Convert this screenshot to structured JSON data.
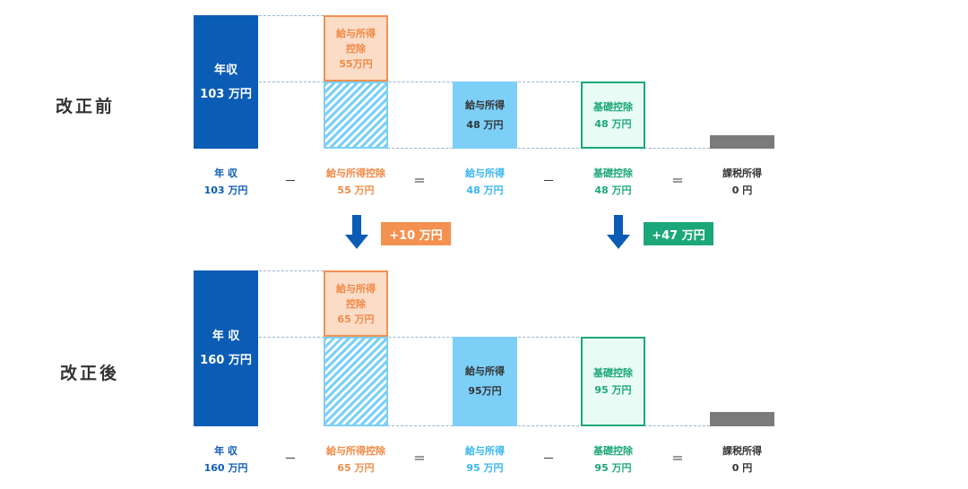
{
  "before": {
    "label": "改正前",
    "nenshu_box": {
      "line1": "年収",
      "line2": "103 万円"
    },
    "kyuyo_deduct_box": {
      "line1": "給与所得",
      "line2": "控除",
      "line3": "55万円"
    },
    "kyuyo_box": {
      "line1": "給与所得",
      "line2": "48 万円"
    },
    "kiso_box": {
      "line1": "基礎控除",
      "line2": "48 万円"
    },
    "captions": {
      "nenshu": {
        "name": "年 収",
        "value": "103 万円"
      },
      "kyuyo_deduct": {
        "name": "給与所得控除",
        "value": "55 万円"
      },
      "kyuyo": {
        "name": "給与所得",
        "value": "48 万円"
      },
      "kiso": {
        "name": "基礎控除",
        "value": "48 万円"
      },
      "taxable": {
        "name": "課税所得",
        "value": "0 円"
      }
    }
  },
  "after": {
    "label": "改正後",
    "nenshu_box": {
      "line1": "年 収",
      "line2": "160 万円"
    },
    "kyuyo_deduct_box": {
      "line1": "給与所得",
      "line2": "控除",
      "line3": "65 万円"
    },
    "kyuyo_box": {
      "line1": "給与所得",
      "line2": "95万円"
    },
    "kiso_box": {
      "line1": "基礎控除",
      "line2": "95 万円"
    },
    "captions": {
      "nenshu": {
        "name": "年 収",
        "value": "160 万円"
      },
      "kyuyo_deduct": {
        "name": "給与所得控除",
        "value": "65 万円"
      },
      "kyuyo": {
        "name": "給与所得",
        "value": "95 万円"
      },
      "kiso": {
        "name": "基礎控除",
        "value": "95 万円"
      },
      "taxable": {
        "name": "課税所得",
        "value": "0 円"
      }
    }
  },
  "operators": {
    "minus": "－",
    "equals": "＝"
  },
  "changes": {
    "kyuyo_deduct_increase": "+10 万円",
    "kiso_increase": "+47 万円"
  },
  "colors": {
    "nenshu": "#0b5cb5",
    "kyuyo_deduct": "#f08a45",
    "kyuyo": "#7ccff7",
    "kiso": "#1ca77a",
    "taxable": "#7b7b7b"
  }
}
